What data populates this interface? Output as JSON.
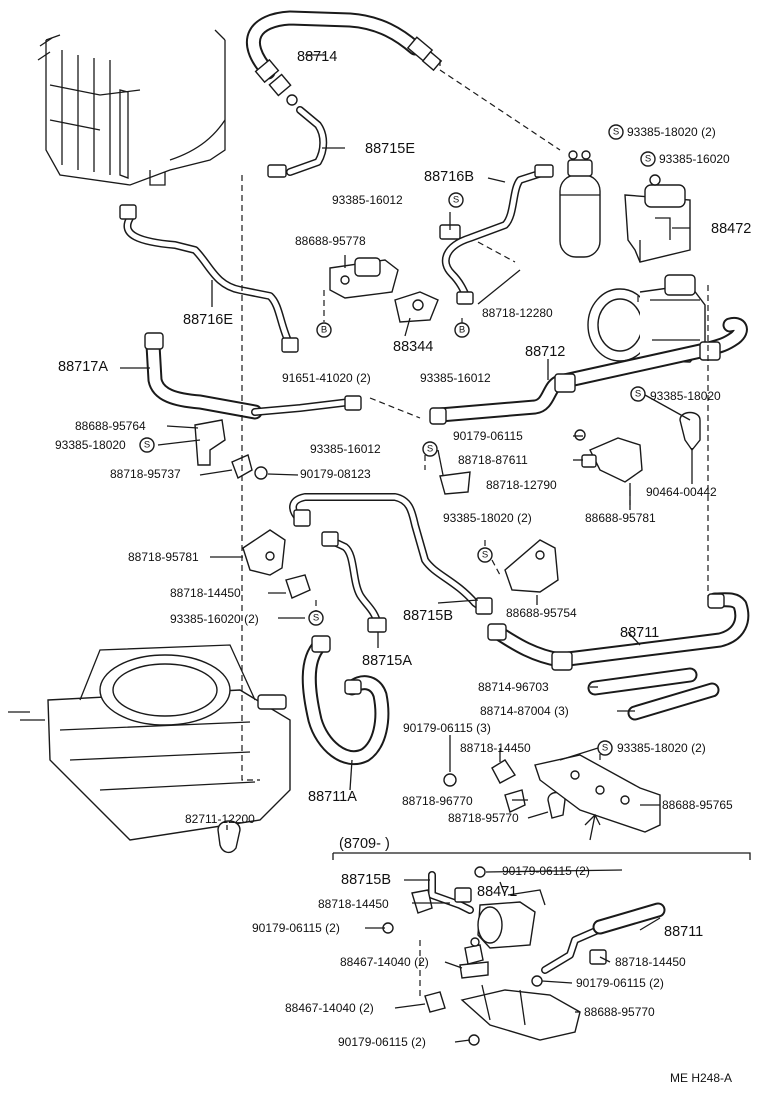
{
  "parts": {
    "p88714": "88714",
    "p88715E": "88715E",
    "p88716B": "88716B",
    "p93385_16012_a": "93385-16012",
    "p88716E": "88716E",
    "p88688_95778": "88688-95778",
    "p88344": "88344",
    "p91651_41020": "91651-41020 (2)",
    "p93385_16012_b": "93385-16012",
    "p88718_12280": "88718-12280",
    "p88472": "88472",
    "p93385_18020_top": "93385-18020 (2)",
    "p93385_16020_top": "93385-16020",
    "p88717A": "88717A",
    "p88712": "88712",
    "p88688_95764": "88688-95764",
    "p93385_18020_left": "93385-18020",
    "p88718_95737": "88718-95737",
    "p90179_08123": "90179-08123",
    "p93385_16012_c": "93385-16012",
    "p88718_12790": "88718-12790",
    "p90179_06115_a": "90179-06115",
    "p88718_87611": "88718-87611",
    "p93385_18020_right": "93385-18020",
    "p90464_00442": "90464-00442",
    "p88688_95781_right": "88688-95781",
    "p93385_18020_mid": "93385-18020 (2)",
    "p88688_95754": "88688-95754",
    "p88718_95781_left": "88718-95781",
    "p88718_14450_left": "88718-14450",
    "p93385_16020_left": "93385-16020 (2)",
    "p88715B_mid": "88715B",
    "p88715A": "88715A",
    "p88711_mid": "88711",
    "p88714_96703": "88714-96703",
    "p88714_87004": "88714-87004 (3)",
    "p90179_06115_3": "90179-06115 (3)",
    "p88718_14450_mid": "88718-14450",
    "p93385_18020_low": "93385-18020 (2)",
    "p88711A": "88711A",
    "p88718_96770": "88718-96770",
    "p88718_95770": "88718-95770",
    "p88688_95765": "88688-95765",
    "p82711_12200": "82711-12200"
  },
  "inset": {
    "header": "(8709-          )",
    "p88715B": "88715B",
    "p90179_06115_2a": "90179-06115 (2)",
    "p88471": "88471",
    "p88718_14450_a": "88718-14450",
    "p90179_06115_2b": "90179-06115 (2)",
    "p88711": "88711",
    "p88467_14040_a": "88467-14040 (2)",
    "p88718_14450_b": "88718-14450",
    "p90179_06115_2c": "90179-06115 (2)",
    "p88467_14040_b": "88467-14040 (2)",
    "p88688_95770": "88688-95770",
    "p90179_06115_2d": "90179-06115 (2)"
  },
  "symbols": {
    "screw": "S",
    "bolt": "B"
  },
  "footer": {
    "code": "ME  H248-A"
  }
}
